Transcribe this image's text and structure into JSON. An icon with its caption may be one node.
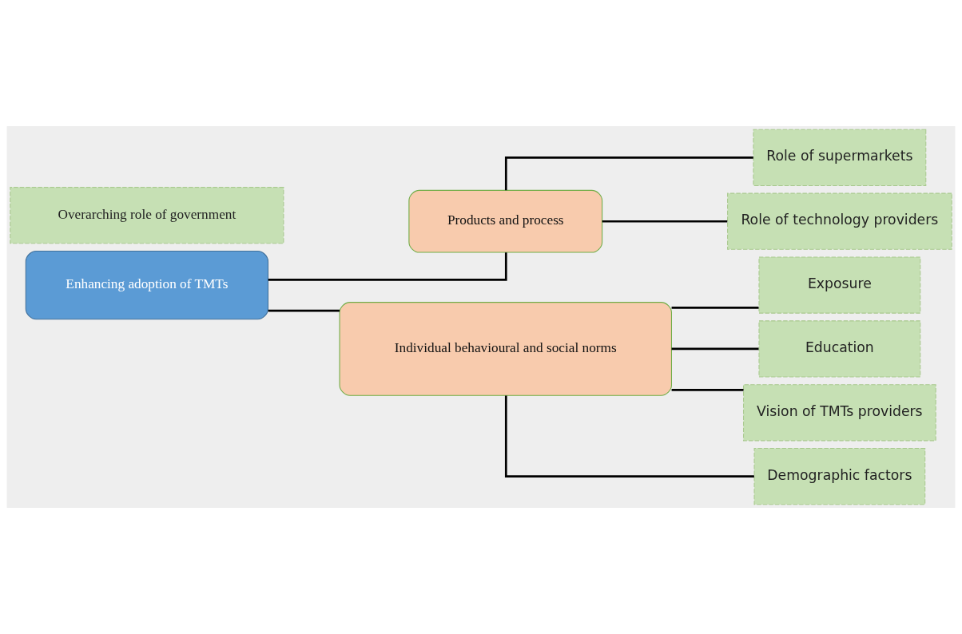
{
  "diagram": {
    "nodes": [
      {
        "text": [
          "Overarching role of government"
        ]
      },
      {
        "text": [
          "Enhancing adoption of TMTs"
        ]
      },
      {
        "text": [
          "Products and process"
        ]
      },
      {
        "text": [
          "Individual behavioural and social norms"
        ]
      },
      {
        "text": [
          "Role of supermarkets"
        ]
      },
      {
        "text": [
          "Role of technology providers"
        ]
      },
      {
        "text": [
          "Exposure"
        ]
      },
      {
        "text": [
          "Education"
        ]
      },
      {
        "text": [
          "Vision of TMTs providers"
        ]
      },
      {
        "text": [
          "Demographic factors"
        ]
      }
    ],
    "edges": [
      {
        "from": 1,
        "to": 2,
        "arrow": "none"
      },
      {
        "from": 1,
        "to": 3,
        "arrow": "none"
      },
      {
        "from": 2,
        "to": 4,
        "arrow": "none"
      },
      {
        "from": 2,
        "to": 5,
        "arrow": "none"
      },
      {
        "from": 3,
        "to": 6,
        "arrow": "none"
      },
      {
        "from": 3,
        "to": 7,
        "arrow": "none"
      },
      {
        "from": 3,
        "to": 8,
        "arrow": "none"
      },
      {
        "from": 3,
        "to": 9,
        "arrow": "none"
      }
    ]
  }
}
